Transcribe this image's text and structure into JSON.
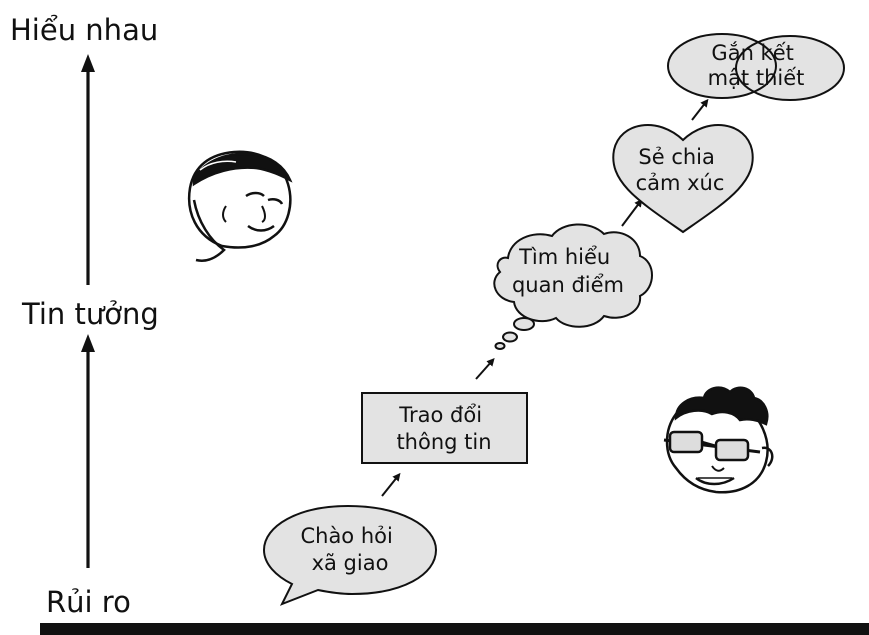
{
  "axis": {
    "top_label": "Hiểu nhau",
    "middle_label": "Tin tưởng",
    "bottom_label": "Rủi ro"
  },
  "stages": {
    "greeting": {
      "line1": "Chào hỏi",
      "line2": "xã giao"
    },
    "exchange": {
      "line1": "Trao đổi",
      "line2": "thông tin"
    },
    "views": {
      "line1": "Tìm hiểu",
      "line2": "quan điểm"
    },
    "feelings": {
      "line1": "Sẻ chia",
      "line2": "cảm xúc"
    },
    "bond": {
      "line1": "Gắn kết",
      "line2": "mật thiết"
    }
  },
  "colors": {
    "shape_fill": "#e3e3e3",
    "ink": "#111111",
    "background": "#ffffff"
  }
}
